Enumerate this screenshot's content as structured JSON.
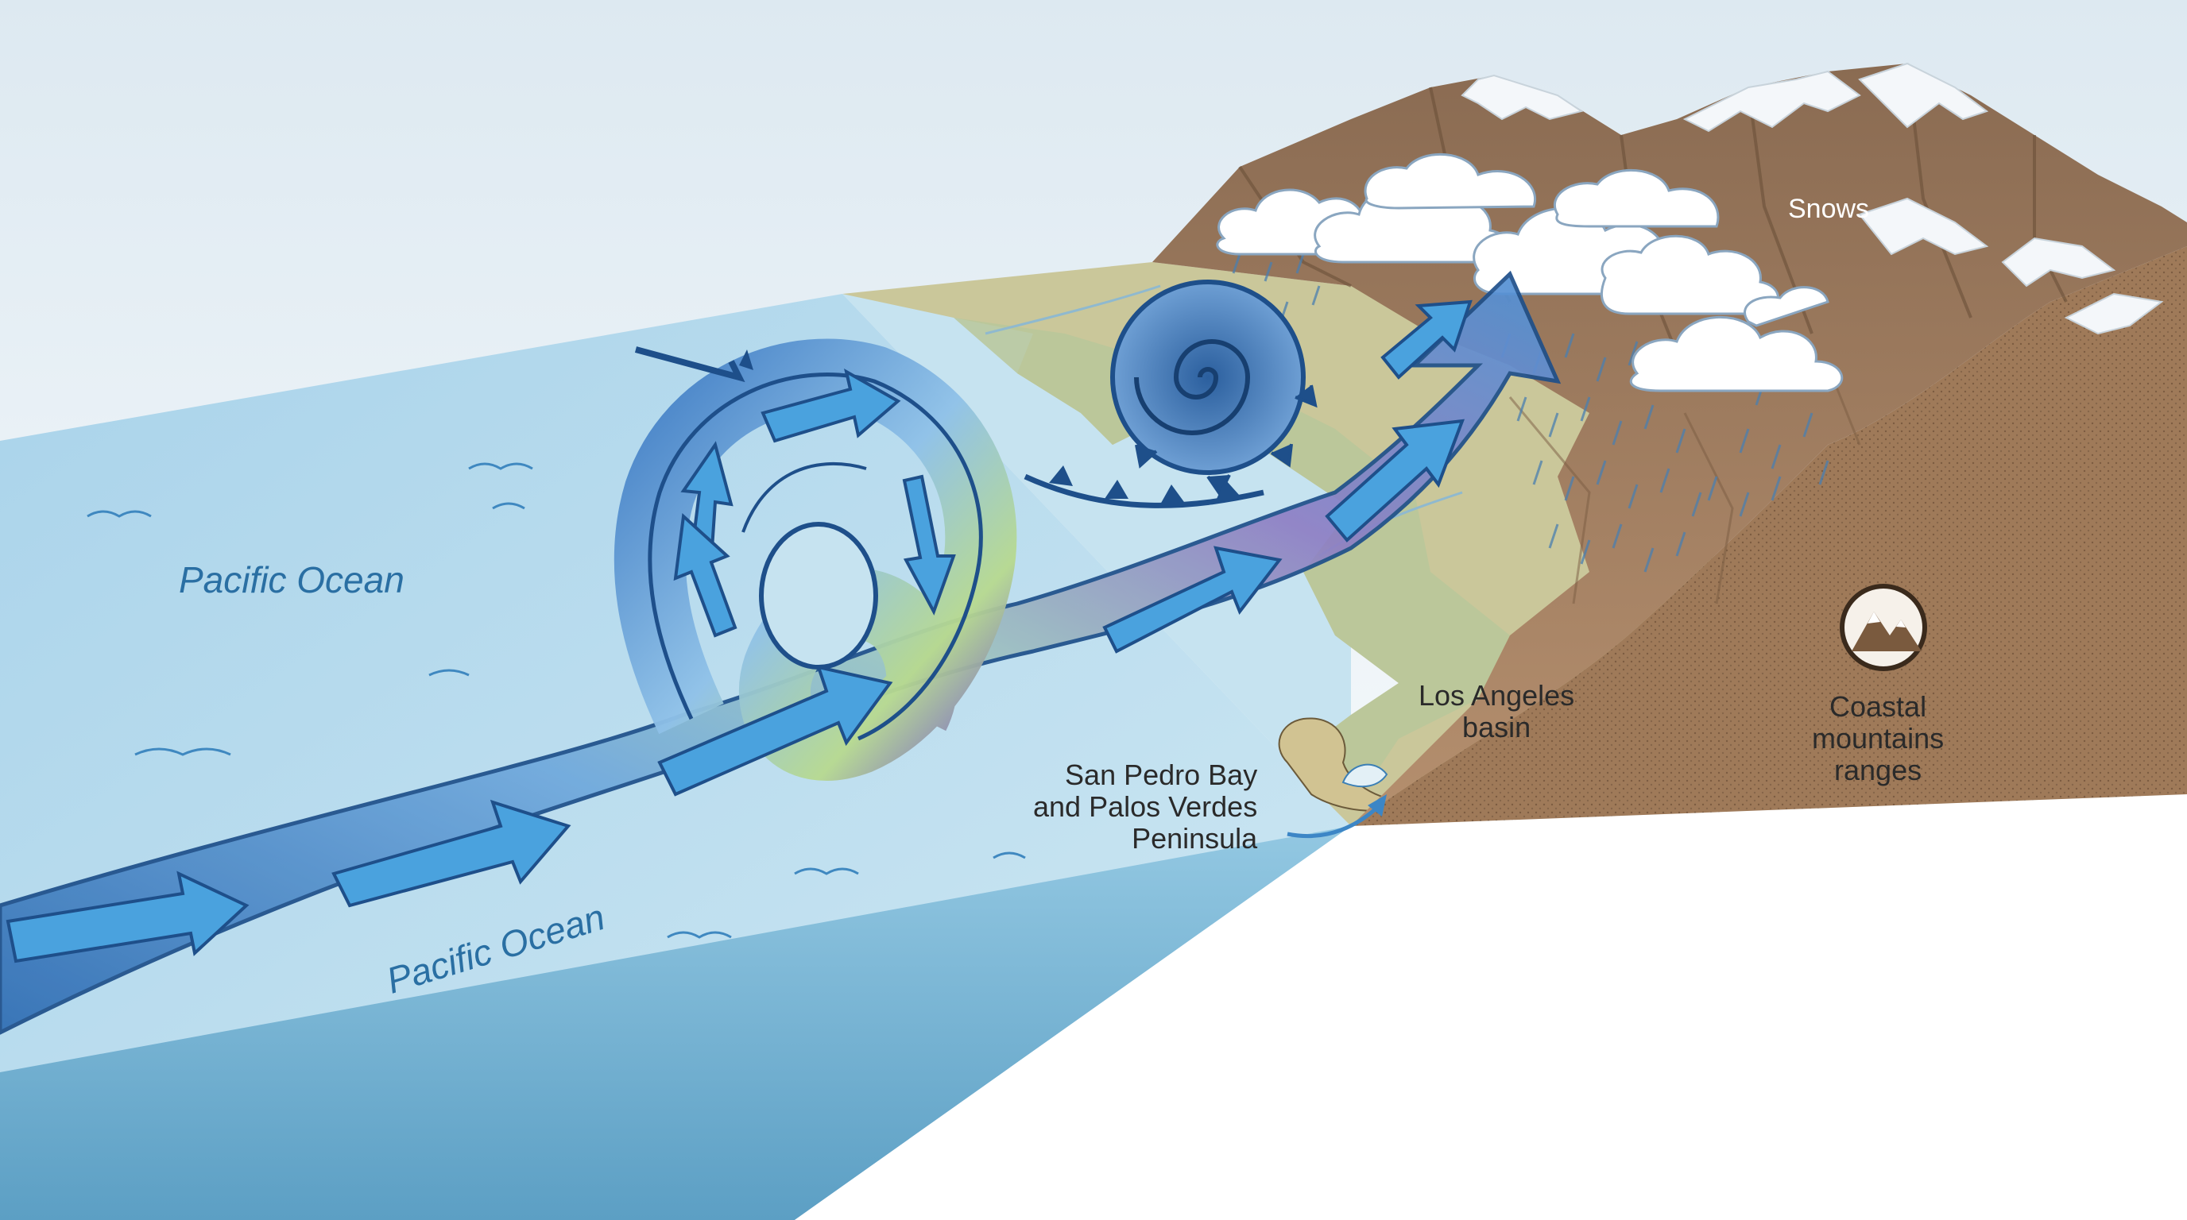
{
  "labels": {
    "ocean_upper": "Pacific Ocean",
    "ocean_lower": "Pacific Ocean",
    "basin_line1": "Los Angeles",
    "basin_line2": "basin",
    "bay_line1": "San Pedro Bay",
    "bay_line2": "and Palos Verdes",
    "bay_line3": "Peninsula",
    "snows": "Snows",
    "mountains_line1": "Coastal",
    "mountains_line2": "mountains",
    "mountains_line3": "ranges"
  },
  "colors": {
    "ocean_surface": "#bfe0ef",
    "ocean_side": "#7fbcd9",
    "land_green": "#c9c99a",
    "mountain_brown": "#a98466",
    "soil_side": "#9c7758",
    "snow": "#f4f7fa",
    "jet_blue": "#3a7fc4",
    "jet_dark": "#1e4f8a",
    "arrow_fill": "#4aa2de",
    "rain": "#4a7fb0",
    "text_blue": "#2a6fa3"
  },
  "icons": {
    "mountain_badge": "mountain-badge-icon"
  }
}
